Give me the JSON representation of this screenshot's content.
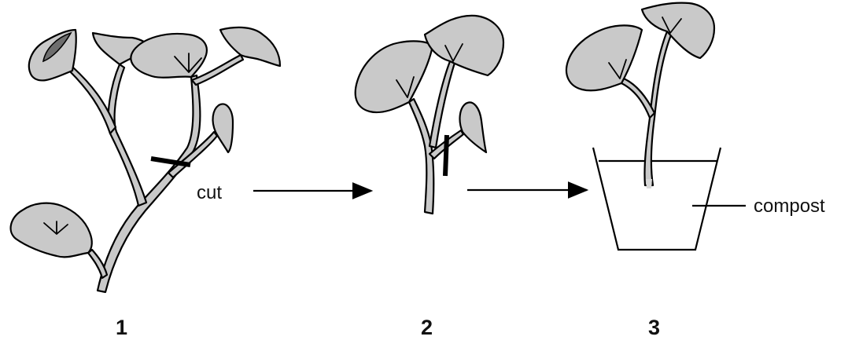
{
  "labels": {
    "cut": "cut",
    "compost": "compost",
    "stage1": "1",
    "stage2": "2",
    "stage3": "3"
  },
  "colors": {
    "leaf_fill": "#c9c9c9",
    "dark_leaf_fill": "#6e6e6e",
    "outline": "#000000",
    "background": "#ffffff"
  }
}
